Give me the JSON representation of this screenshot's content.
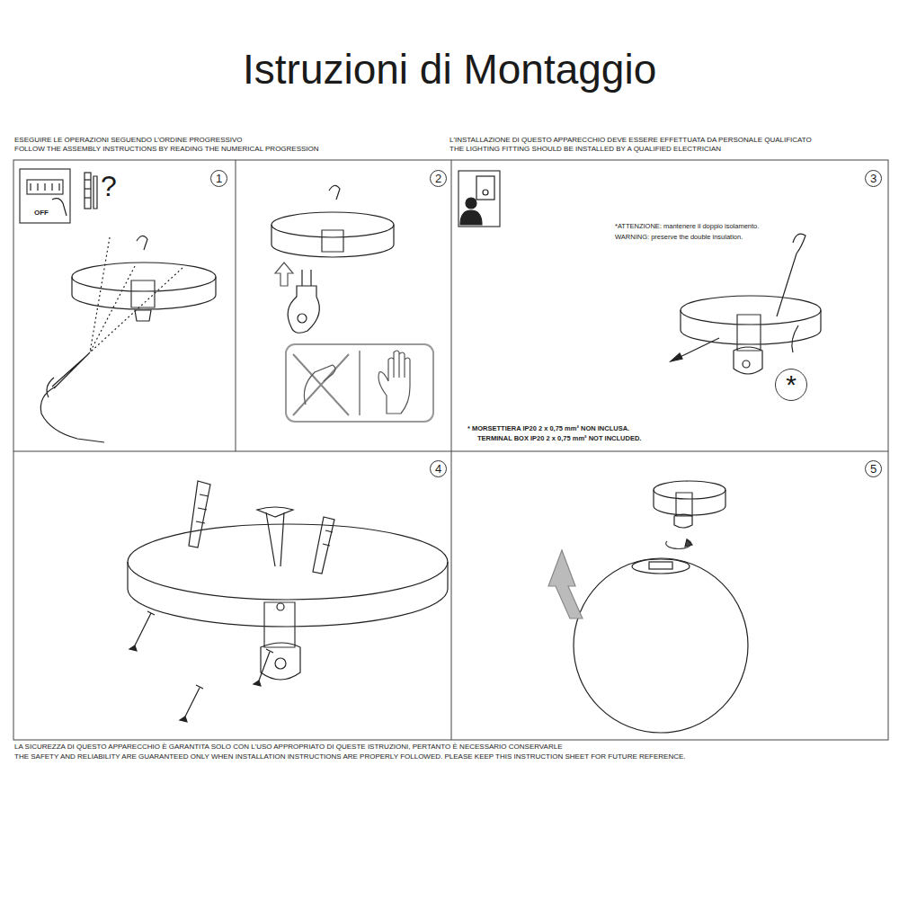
{
  "diagram": {
    "title": "Istruzioni di Montaggio",
    "nodes": [
      {
        "text": [
          "1"
        ]
      },
      {
        "text": [
          "2"
        ]
      },
      {
        "text": [
          "3"
        ]
      },
      {
        "text": [
          "4"
        ]
      },
      {
        "text": [
          "5"
        ]
      },
      {
        "text": [
          "*"
        ]
      }
    ],
    "labels": [
      "ESEGUIRE LE OPERAZIONI SEGUENDO L'ORDINE PROGRESSIVO",
      "FOLLOW THE ASSEMBLY INSTRUCTIONS BY READING THE NUMERICAL PROGRESSION",
      "L'INSTALLAZIONE DI QUESTO APPARECCHIO DEVE ESSERE EFFETTUATA DA PERSONALE QUALIFICATO",
      "THE LIGHTING FITTING SHOULD BE INSTALLED BY A QUALIFIED ELECTRICIAN",
      "OFF",
      "?",
      "*ATTENZIONE: mantenere il doppio isolamento.",
      "WARNING: preserve the double insulation.",
      "* MORSETTIERA IP20 2 x 0,75 mm² NON INCLUSA.",
      "TERMINAL BOX IP20 2 x 0,75 mm² NOT INCLUDED.",
      "LA SICUREZZA DI QUESTO APPARECCHIO È GARANTITA SOLO CON L'USO APPROPRIATO DI QUESTE ISTRUZIONI, PERTANTO È NECESSARIO CONSERVARLE",
      "THE SAFETY AND RELIABILITY ARE GUARANTEED ONLY WHEN INSTALLATION INSTRUCTIONS ARE PROPERLY FOLLOWED. PLEASE KEEP THIS INSTRUCTION SHEET FOR FUTURE REFERENCE."
    ]
  }
}
